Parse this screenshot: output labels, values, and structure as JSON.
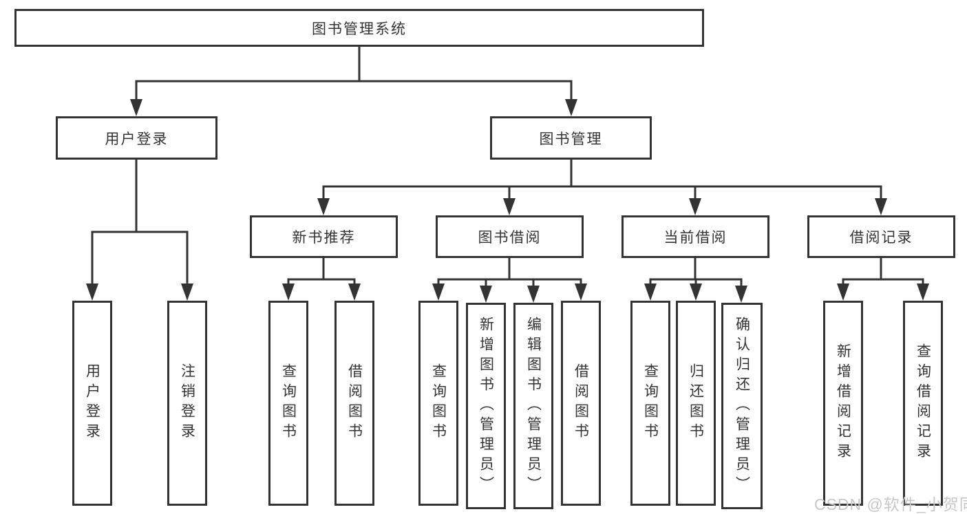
{
  "tree": {
    "root": {
      "label": "图书管理系统"
    },
    "level2": [
      {
        "label": "用户登录",
        "children": [
          {
            "label": "用户登录"
          },
          {
            "label": "注销登录"
          }
        ]
      },
      {
        "label": "图书管理",
        "children": [
          {
            "label": "新书推荐",
            "children": [
              {
                "label": "查询图书"
              },
              {
                "label": "借阅图书"
              }
            ]
          },
          {
            "label": "图书借阅",
            "children": [
              {
                "label": "查询图书"
              },
              {
                "label": "新增图书（管理员）"
              },
              {
                "label": "编辑图书（管理员）"
              },
              {
                "label": "借阅图书"
              }
            ]
          },
          {
            "label": "当前借阅",
            "children": [
              {
                "label": "查询图书"
              },
              {
                "label": "归还图书"
              },
              {
                "label": "确认归还（管理员）"
              }
            ]
          },
          {
            "label": "借阅记录",
            "children": [
              {
                "label": "新增借阅记录"
              },
              {
                "label": "查询借阅记录"
              }
            ]
          }
        ]
      }
    ]
  },
  "watermark": {
    "text": "CSDN @软件_小贺同学"
  },
  "colors": {
    "line": "#333333",
    "box_border": "#333333",
    "box_fill": "#ffffff",
    "text": "#333333",
    "watermark": "#c7c7c7",
    "background": "#ffffff"
  }
}
